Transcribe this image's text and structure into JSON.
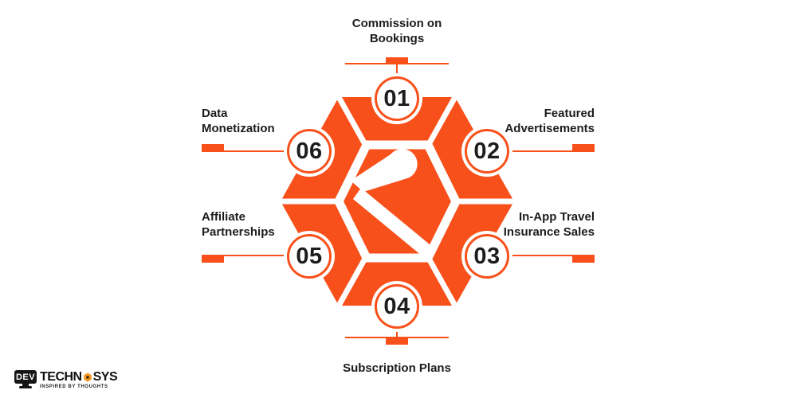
{
  "colors": {
    "accent": "#F8501A",
    "text": "#1C1C1C",
    "background": "#FFFFFF",
    "brand_gear": "#F7941D",
    "brand_black": "#151515"
  },
  "diagram": {
    "center_icon": "hexagon-brand-mark",
    "items": [
      {
        "number": "01",
        "label": "Commission on\nBookings",
        "position": "top"
      },
      {
        "number": "02",
        "label": "Featured\nAdvertisements",
        "position": "upper-right"
      },
      {
        "number": "03",
        "label": "In-App Travel\nInsurance Sales",
        "position": "lower-right"
      },
      {
        "number": "04",
        "label": "Subscription Plans",
        "position": "bottom"
      },
      {
        "number": "05",
        "label": "Affiliate\nPartnerships",
        "position": "lower-left"
      },
      {
        "number": "06",
        "label": "Data\nMonetization",
        "position": "upper-left"
      }
    ]
  },
  "brand": {
    "monitor_text": "DEV",
    "wordmark_left": "TECHN",
    "wordmark_right": "SYS",
    "tagline": "INSPIRED BY THOUGHTS"
  }
}
